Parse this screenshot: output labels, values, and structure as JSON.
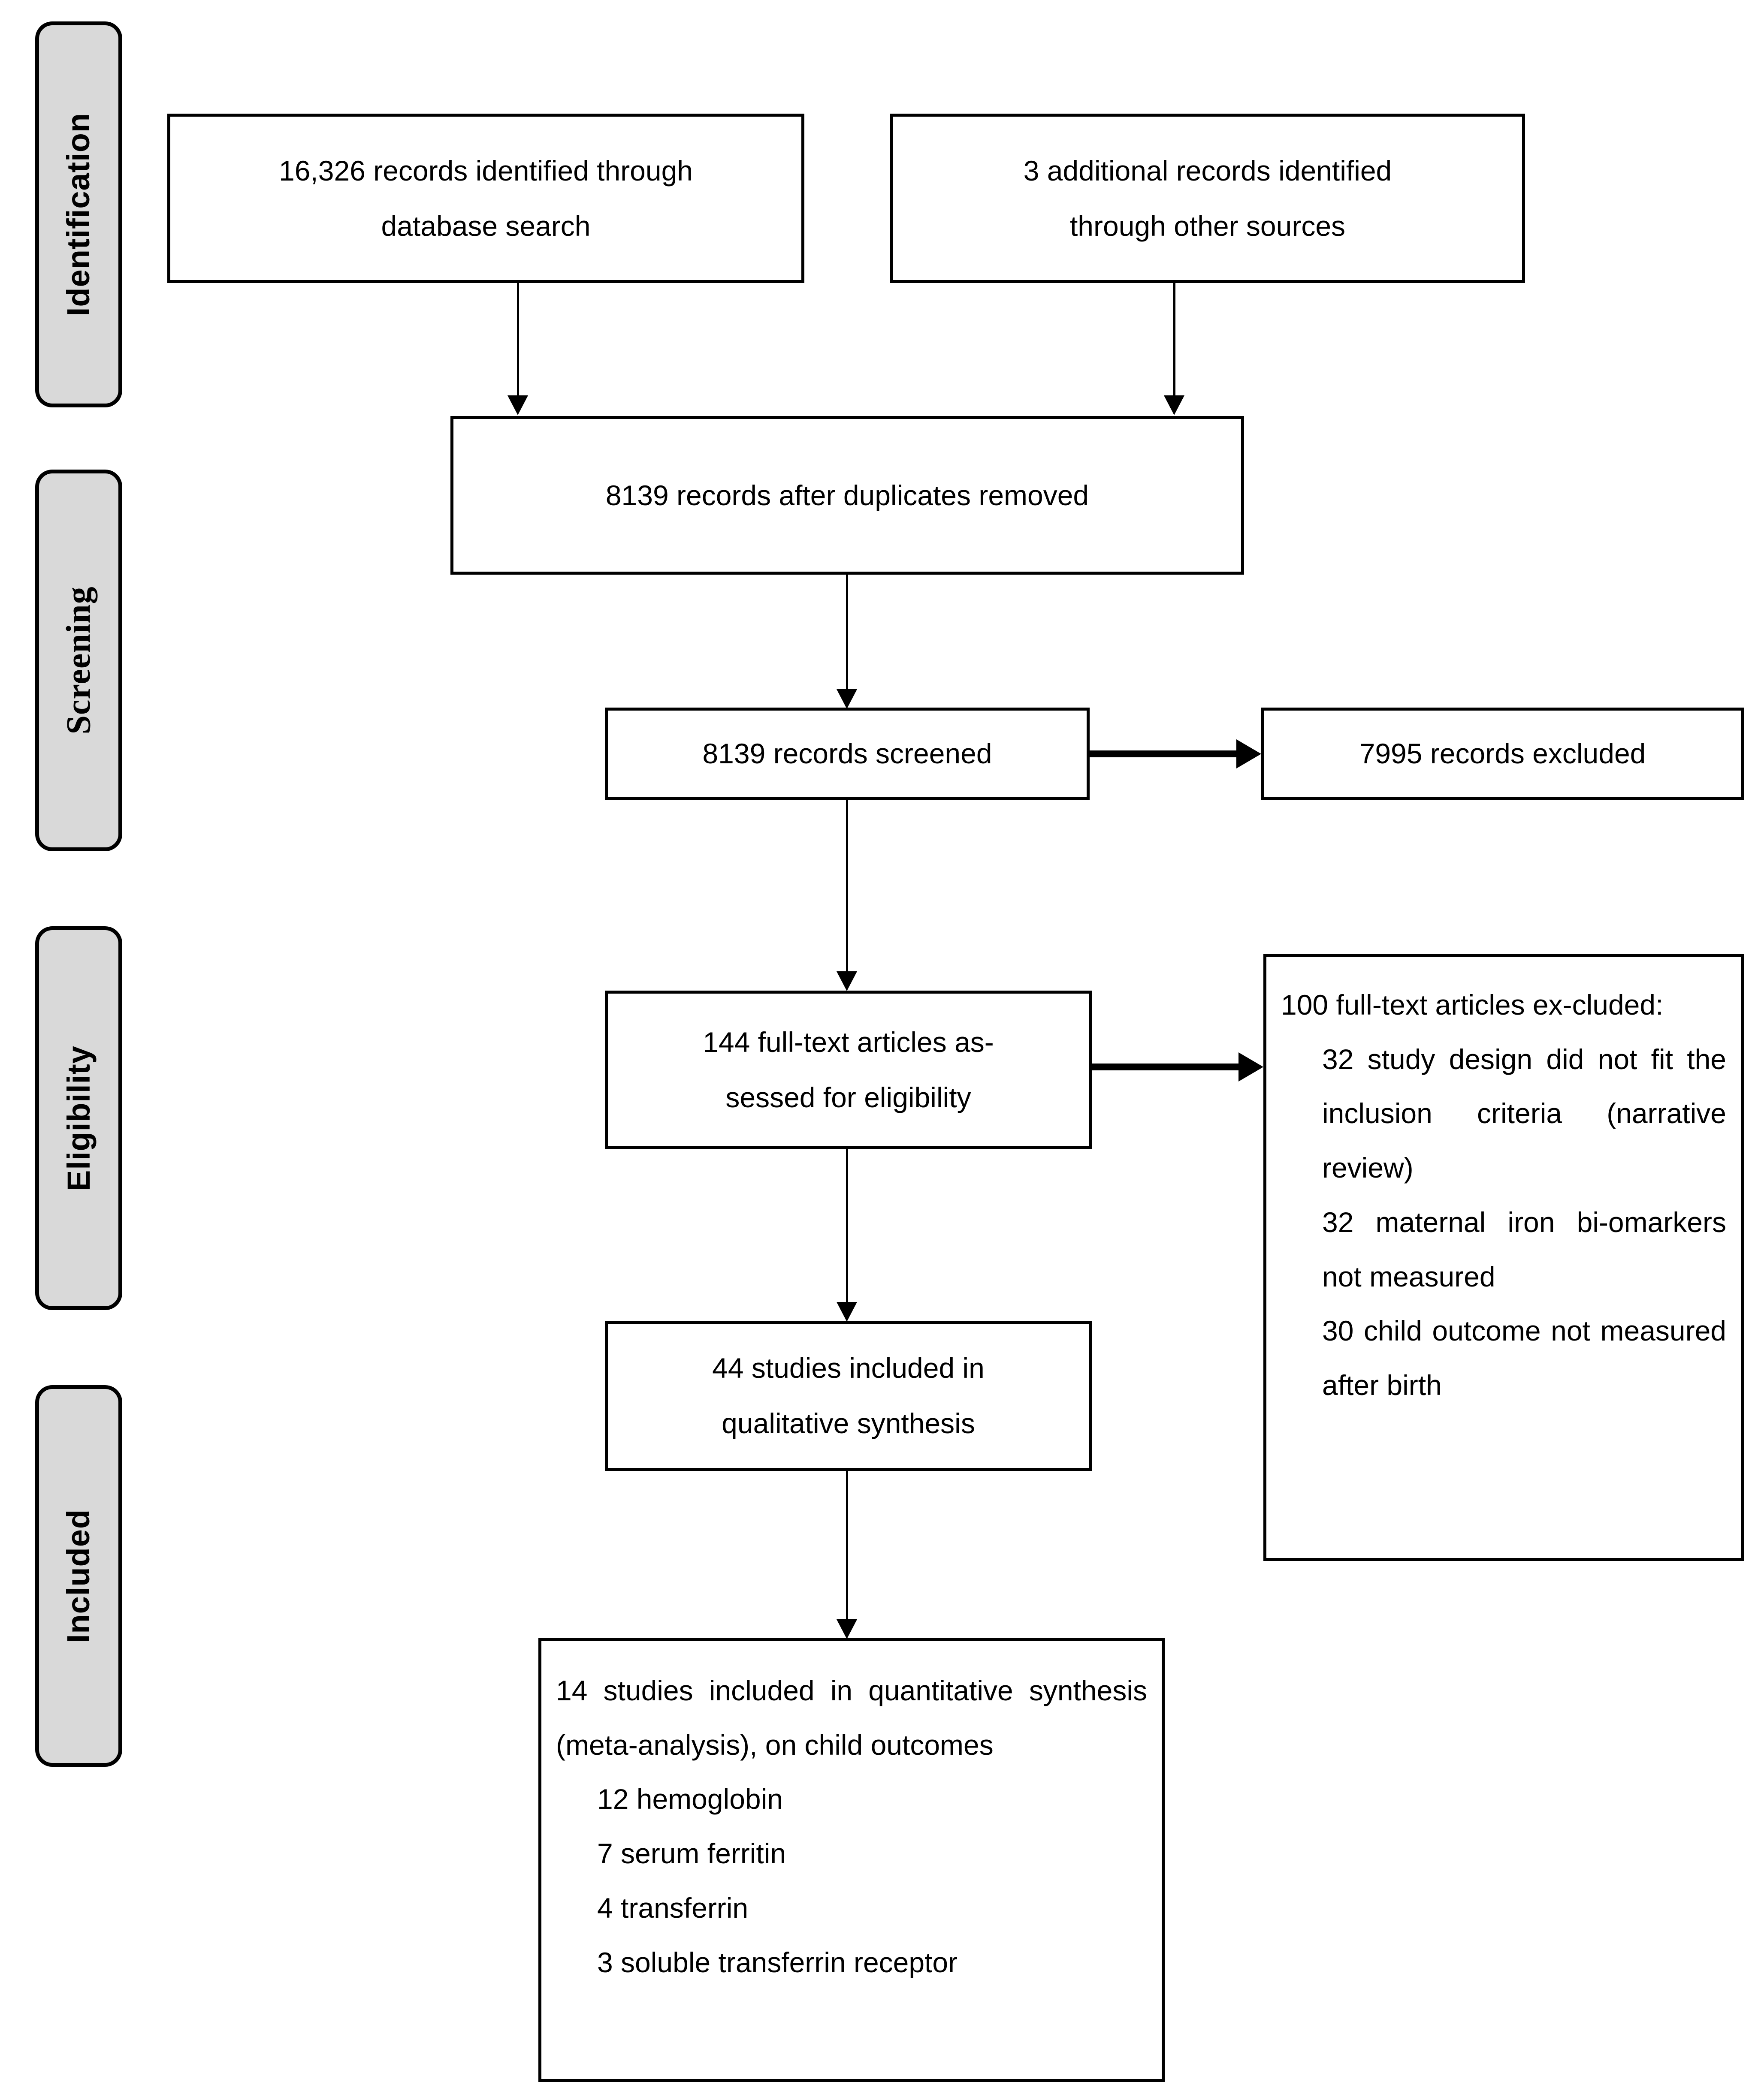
{
  "figure": {
    "type": "prisma-flow-diagram",
    "background_color": "#ffffff",
    "line_color": "#000000",
    "stage_pill_fill": "#d9d9d9"
  },
  "stages": [
    {
      "id": "identification",
      "label": "Identification"
    },
    {
      "id": "screening",
      "label": "Screening"
    },
    {
      "id": "eligibility",
      "label": "Eligibility"
    },
    {
      "id": "included",
      "label": "Included"
    }
  ],
  "boxes": {
    "database_search": {
      "line1": "16,326 records identified through",
      "line2": "database search"
    },
    "other_sources": {
      "line1": "3 additional records identified",
      "line2": "through other sources"
    },
    "duplicates_removed": {
      "line1": "8139 records after duplicates removed"
    },
    "records_screened": {
      "line1": "8139 records screened"
    },
    "records_excluded": {
      "line1": "7995 records excluded"
    },
    "fulltext_assessed": {
      "line1": "144 full-text articles as-",
      "line2": "sessed for eligibility"
    },
    "fulltext_excluded": {
      "heading": "100 full-text articles ex-cluded:",
      "reasons": [
        "32 study design did not fit the inclusion criteria (narrative review)",
        "32 maternal iron bi-omarkers not measured",
        "30 child outcome not measured after birth"
      ]
    },
    "qualitative_synthesis": {
      "line1": "44 studies included in",
      "line2": "qualitative synthesis"
    },
    "quantitative_synthesis": {
      "heading": "14 studies included in quantitative synthesis (meta-analysis), on child outcomes",
      "outcomes": [
        "12 hemoglobin",
        "7 serum ferritin",
        "4 transferrin",
        "3 soluble transferrin receptor"
      ]
    }
  },
  "chart_data": {
    "type": "diagram",
    "title": "PRISMA flow diagram",
    "nodes": [
      {
        "id": "database_search",
        "stage": "Identification",
        "count": 16326,
        "label": "records identified through database search"
      },
      {
        "id": "other_sources",
        "stage": "Identification",
        "count": 3,
        "label": "additional records identified through other sources"
      },
      {
        "id": "duplicates_removed",
        "stage": "Identification",
        "count": 8139,
        "label": "records after duplicates removed"
      },
      {
        "id": "records_screened",
        "stage": "Screening",
        "count": 8139,
        "label": "records screened"
      },
      {
        "id": "records_excluded",
        "stage": "Screening",
        "count": 7995,
        "label": "records excluded"
      },
      {
        "id": "fulltext_assessed",
        "stage": "Eligibility",
        "count": 144,
        "label": "full-text articles assessed for eligibility"
      },
      {
        "id": "fulltext_excluded",
        "stage": "Eligibility",
        "count": 100,
        "label": "full-text articles excluded"
      },
      {
        "id": "qualitative_synthesis",
        "stage": "Included",
        "count": 44,
        "label": "studies included in qualitative synthesis"
      },
      {
        "id": "quantitative_synthesis",
        "stage": "Included",
        "count": 14,
        "label": "studies included in quantitative synthesis (meta-analysis), on child outcomes"
      }
    ],
    "exclusion_breakdown": [
      {
        "count": 32,
        "reason": "study design did not fit the inclusion criteria (narrative review)"
      },
      {
        "count": 32,
        "reason": "maternal iron biomarkers not measured"
      },
      {
        "count": 30,
        "reason": "child outcome not measured after birth"
      }
    ],
    "outcome_breakdown": [
      {
        "count": 12,
        "outcome": "hemoglobin"
      },
      {
        "count": 7,
        "outcome": "serum ferritin"
      },
      {
        "count": 4,
        "outcome": "transferrin"
      },
      {
        "count": 3,
        "outcome": "soluble transferrin receptor"
      }
    ],
    "edges": [
      {
        "from": "database_search",
        "to": "duplicates_removed"
      },
      {
        "from": "other_sources",
        "to": "duplicates_removed"
      },
      {
        "from": "duplicates_removed",
        "to": "records_screened"
      },
      {
        "from": "records_screened",
        "to": "records_excluded"
      },
      {
        "from": "records_screened",
        "to": "fulltext_assessed"
      },
      {
        "from": "fulltext_assessed",
        "to": "fulltext_excluded"
      },
      {
        "from": "fulltext_assessed",
        "to": "qualitative_synthesis"
      },
      {
        "from": "qualitative_synthesis",
        "to": "quantitative_synthesis"
      }
    ]
  }
}
